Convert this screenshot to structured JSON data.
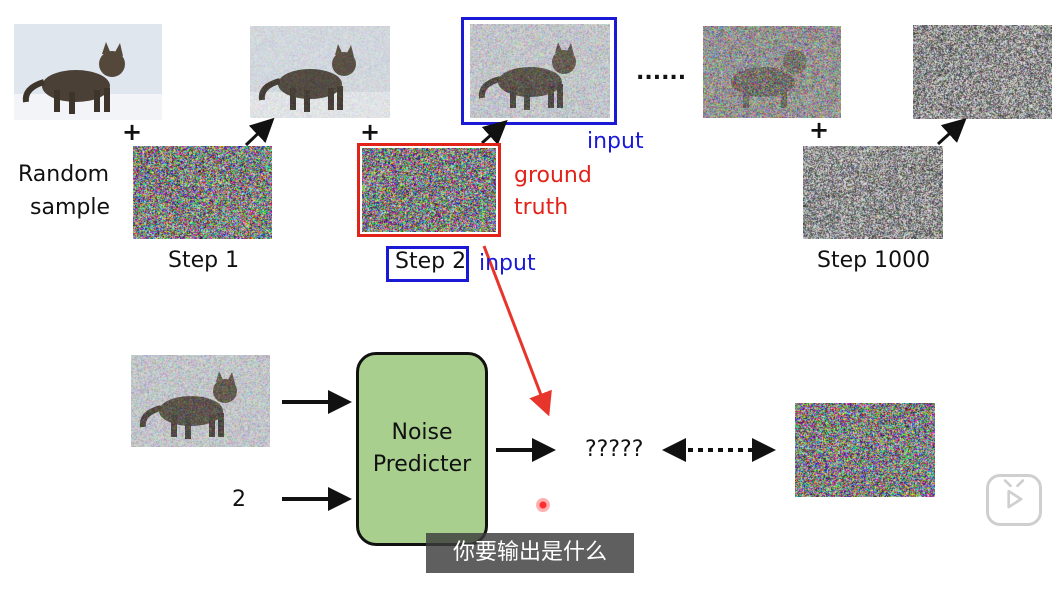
{
  "labels": {
    "random_sample_line1": "Random",
    "random_sample_line2": "sample",
    "step1": "Step 1",
    "step2": "Step 2",
    "step1000": "Step 1000",
    "ground_truth_line1": "ground",
    "ground_truth_line2": "truth",
    "input_top": "input",
    "input_step2": "input",
    "ellipsis": "......",
    "noise_predicter_line1": "Noise",
    "noise_predicter_line2": "Predicter",
    "step_number": "2",
    "question_marks": "?????"
  },
  "plus_sign": "+",
  "subtitle": "你要输出是什么",
  "colors": {
    "highlight_blue": "#1a1ad6",
    "highlight_red": "#e2231a",
    "noise_predicter_fill": "#a9cf8f",
    "pointer_arrow": "#e8352b"
  },
  "icons": {
    "player": "play-icon"
  }
}
